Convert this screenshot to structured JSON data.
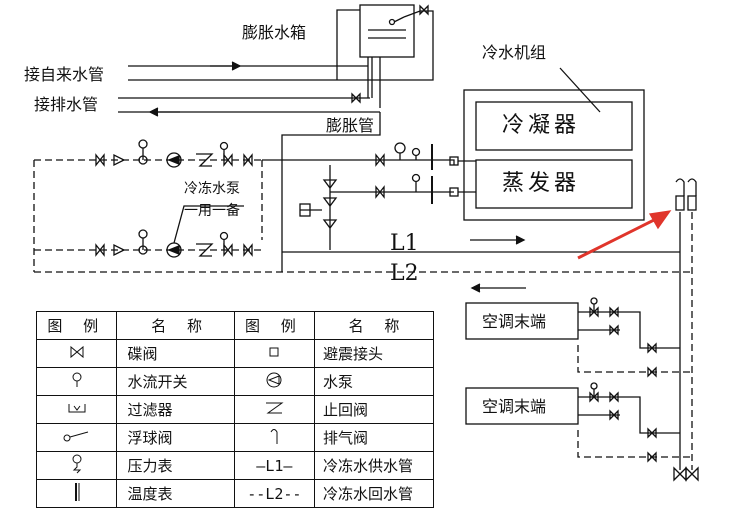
{
  "labels": {
    "expansion_tank": "膨胀水箱",
    "tap_water_in": "接自来水管",
    "drain_out": "接排水管",
    "chiller_unit": "冷水机组",
    "expansion_pipe": "膨胀管",
    "condenser": "冷凝器",
    "evaporator": "蒸发器",
    "chilled_pump": "冷冻水泵",
    "pump_config": "一用一备",
    "supply_line": "L1",
    "return_line": "L2",
    "terminal_1": "空调末端",
    "terminal_2": "空调末端"
  },
  "legend": {
    "header": {
      "symbol": "图 例",
      "name": "名 称",
      "symbol2": "图 例",
      "name2": "名 称"
    },
    "rows": [
      {
        "icon": "butterfly-valve-icon",
        "name": "碟阀",
        "icon2": "vibration-joint-icon",
        "name2": "避震接头"
      },
      {
        "icon": "flow-switch-icon",
        "name": "水流开关",
        "icon2": "pump-icon",
        "name2": "水泵"
      },
      {
        "icon": "strainer-icon",
        "name": "过滤器",
        "icon2": "check-valve-icon",
        "name2": "止回阀"
      },
      {
        "icon": "float-valve-icon",
        "name": "浮球阀",
        "icon2": "air-vent-icon",
        "name2": "排气阀"
      },
      {
        "icon": "pressure-gauge-icon",
        "name": "压力表",
        "sym2": "—L1—",
        "name2": "冷冻水供水管"
      },
      {
        "icon": "thermometer-icon",
        "name": "温度表",
        "sym2": "--L2--",
        "name2": "冷冻水回水管"
      }
    ]
  },
  "colors": {
    "line": "#111111",
    "arrow_highlight": "#e0352b"
  }
}
